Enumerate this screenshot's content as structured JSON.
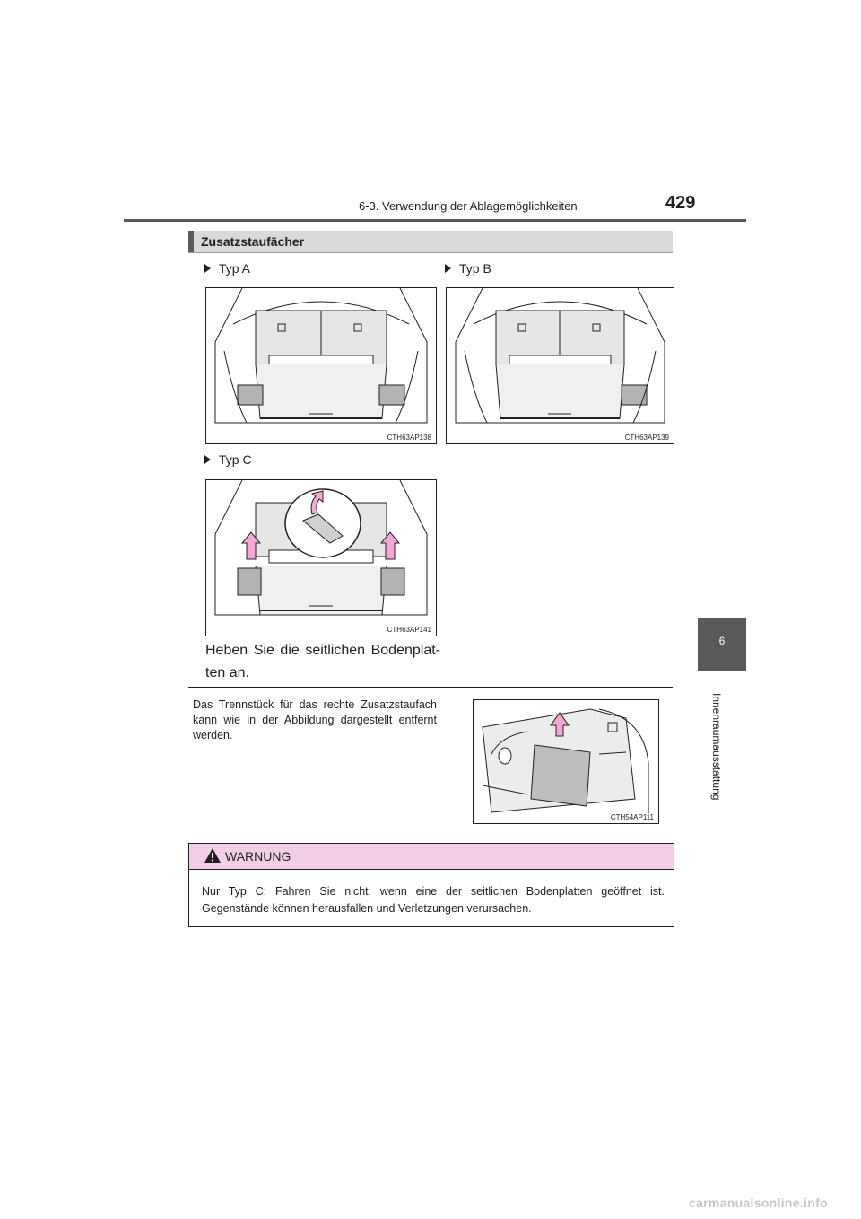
{
  "header": {
    "section": "6-3. Verwendung der Ablagemöglichkeiten",
    "page_number": "429"
  },
  "side_tab": {
    "chapter_number": "6",
    "chapter_label": "Innenraumausstattung"
  },
  "section": {
    "title": "Zusatzstaufächer"
  },
  "figures": {
    "typ_a": {
      "label": "Typ A",
      "code": "CTH63AP138"
    },
    "typ_b": {
      "label": "Typ B",
      "code": "CTH63AP139"
    },
    "typ_c": {
      "label": "Typ C",
      "code": "CTH63AP141"
    },
    "divider": {
      "code": "CTH54AP111"
    }
  },
  "body_text": "Heben Sie die seitlichen Bodenplat-ten an.",
  "note_text": "Das Trennstück für das rechte Zusatzstaufach kann wie in der Abbildung dargestellt entfernt werden.",
  "warning": {
    "title": "WARNUNG",
    "text": "Nur Typ C: Fahren Sie nicht, wenn eine der seitlichen Bodenplatten geöffnet ist. Gegenstände können herausfallen und Verletzungen verursachen."
  },
  "watermark": "carmanualsonline.info",
  "colors": {
    "header_gray": "#58595b",
    "section_bar": "#d9d9d9",
    "warning_header": "#f4cde6",
    "arrow_pink": "#f4a6d7"
  }
}
